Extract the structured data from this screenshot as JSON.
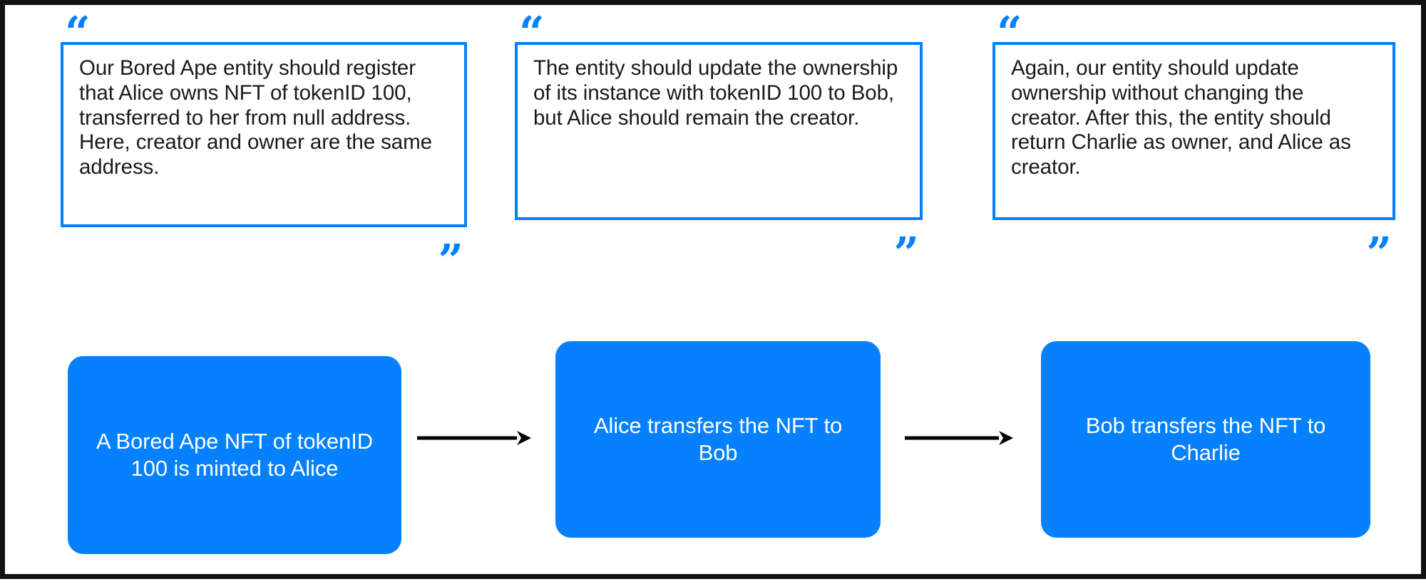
{
  "frame": {
    "border_color": "#111111",
    "background": "#ffffff"
  },
  "theme": {
    "accent_blue": "#0580FF",
    "text_dark": "#1a1a1a",
    "text_on_accent": "#ffffff",
    "arrow_color": "#000000"
  },
  "quotes": {
    "open_mark": "“",
    "close_mark": "”",
    "items": [
      {
        "id": "quote-1",
        "text": "Our Bored Ape entity should register that Alice owns NFT of tokenID 100, transferred to her from null address. Here, creator and owner are the same address."
      },
      {
        "id": "quote-2",
        "text": "The entity should update the ownership of its instance with tokenID 100 to Bob, but Alice should remain the creator."
      },
      {
        "id": "quote-3",
        "text": "Again, our entity should update ownership without changing the creator. After this, the entity should return Charlie as owner, and Alice as creator."
      }
    ]
  },
  "flow": {
    "nodes": [
      {
        "id": "flow-node-1",
        "label": "A Bored Ape NFT of tokenID 100 is minted to Alice"
      },
      {
        "id": "flow-node-2",
        "label": "Alice transfers the NFT to Bob"
      },
      {
        "id": "flow-node-3",
        "label": "Bob transfers the NFT to Charlie"
      }
    ],
    "arrows": [
      {
        "id": "flow-arrow-1",
        "direction": "right"
      },
      {
        "id": "flow-arrow-2",
        "direction": "right"
      }
    ]
  }
}
